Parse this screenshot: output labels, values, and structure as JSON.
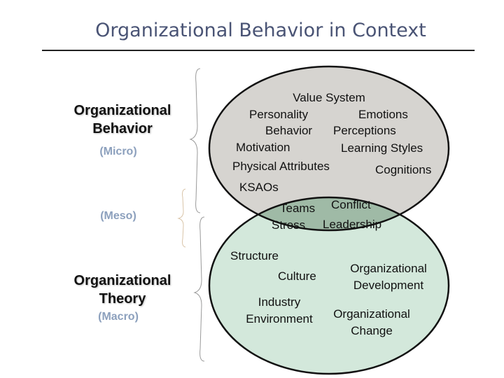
{
  "title": "Organizational Behavior in Context",
  "left": {
    "ob_title": [
      "Organizational",
      "Behavior"
    ],
    "ob_sub": "(Micro)",
    "meso_sub": "(Meso)",
    "ot_title": [
      "Organizational",
      "Theory"
    ],
    "ot_sub": "(Macro)"
  },
  "micro_terms": [
    "Value System",
    "Personality",
    "Emotions",
    "Behavior",
    "Perceptions",
    "Motivation",
    "Learning Styles",
    "Physical Attributes",
    "Cognitions",
    "KSAOs"
  ],
  "meso_terms": [
    "Teams",
    "Conflict",
    "Stress",
    "Leadership"
  ],
  "macro_terms": [
    "Structure",
    "Culture",
    "Organizational",
    "Development",
    "Industry",
    "Environment",
    "Organizational",
    "Change"
  ],
  "colors": {
    "micro_fill": "#d6d4d0",
    "macro_fill": "#d3e8db",
    "overlap_fill": "#9fbaa6",
    "outline": "#111111",
    "brace_gray": "#999999",
    "brace_tan": "#d9c4a8"
  }
}
